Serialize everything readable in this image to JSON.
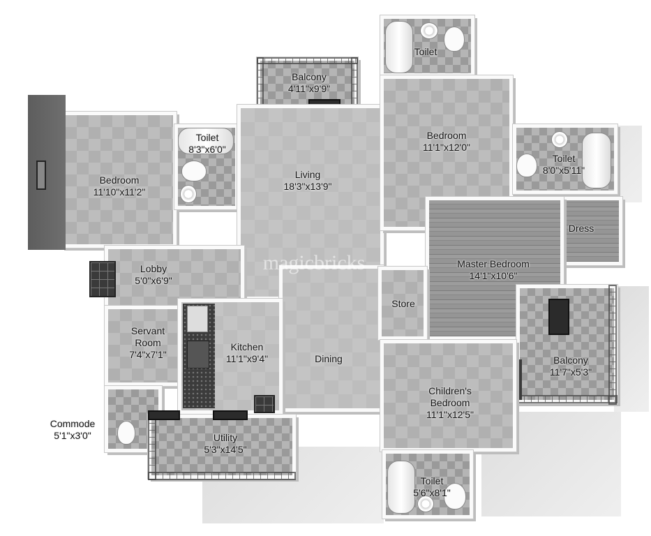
{
  "floor_plan": {
    "watermark": "magicbricks",
    "rooms": {
      "bedroom_left": {
        "name": "Bedroom",
        "size": "11'10\"x11'2\""
      },
      "toilet_left": {
        "name": "Toilet",
        "size": "8'3\"x6'0\""
      },
      "balcony_top": {
        "name": "Balcony",
        "size": "4'11\"x9'9\""
      },
      "living": {
        "name": "Living",
        "size": "18'3\"x13'9\""
      },
      "toilet_top": {
        "name": "Toilet"
      },
      "bedroom_top": {
        "name": "Bedroom",
        "size": "11'1\"x12'0\""
      },
      "toilet_right": {
        "name": "Toilet",
        "size": "8'0\"x5'11\""
      },
      "dress": {
        "name": "Dress"
      },
      "lobby": {
        "name": "Lobby",
        "size": "5'0\"x6'9\""
      },
      "master_bedroom": {
        "name": "Master Bedroom",
        "size": "14'1\"x10'6\""
      },
      "store": {
        "name": "Store"
      },
      "servant_room": {
        "name_line1": "Servant",
        "name_line2": "Room",
        "size": "7'4\"x7'1\""
      },
      "kitchen": {
        "name": "Kitchen",
        "size": "11'1\"x9'4\""
      },
      "dining": {
        "name": "Dining"
      },
      "balcony_right": {
        "name": "Balcony",
        "size": "11'7\"x5'3\""
      },
      "childrens_bedroom": {
        "name_line1": "Children's",
        "name_line2": "Bedroom",
        "size": "11'1\"x12'5\""
      },
      "commode": {
        "name": "Commode",
        "size": "5'1\"x3'0\""
      },
      "utility": {
        "name": "Utility",
        "size": "5'3\"x14'5\""
      },
      "toilet_bottom": {
        "name": "Toilet",
        "size": "5'6\"x8'1\""
      }
    }
  }
}
